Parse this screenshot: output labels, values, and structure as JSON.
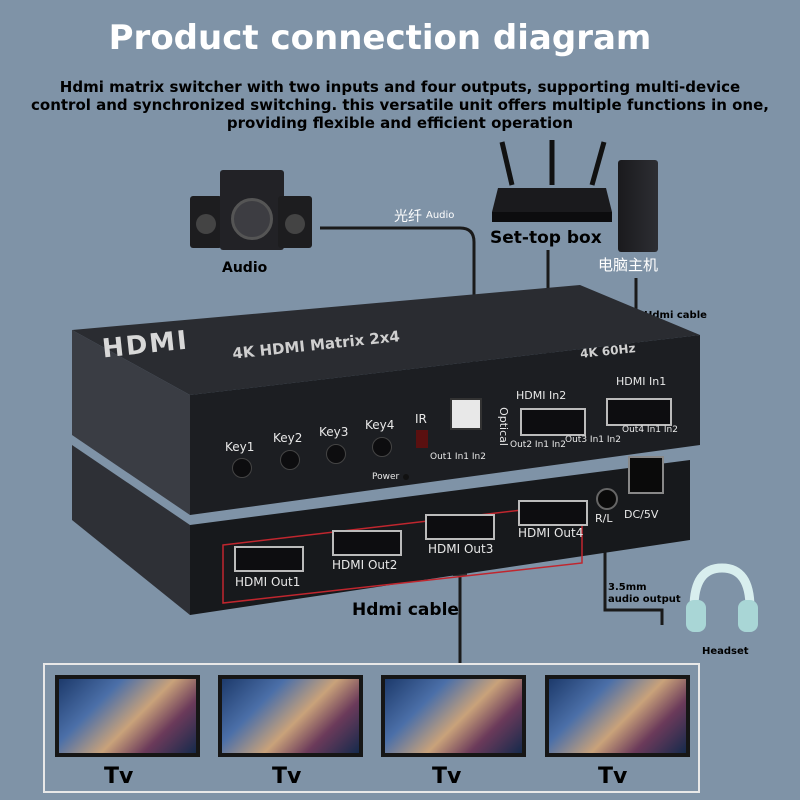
{
  "title": "Product connection diagram",
  "description": [
    "Hdmi matrix switcher with two inputs and four outputs, supporting multi-device",
    "control and synchronized switching. this versatile unit offers multiple functions in one,",
    "providing flexible and efficient operation"
  ],
  "labels": {
    "audio": "Audio",
    "optical_cable": "光纤",
    "optical_cable_small": "Audio",
    "set_top_box": "Set-top box",
    "pc_host": "电脑主机",
    "hdmi_cable_top": "Hdmi cable",
    "hdmi_cable_bottom": "Hdmi cable",
    "audio_output": [
      "3.5mm",
      "audio output"
    ],
    "headset": "Headset"
  },
  "device": {
    "brand": "HDMI",
    "model": "4K HDMI Matrix 2x4",
    "spec": "4K 60Hz",
    "keys": [
      "Key1",
      "Key2",
      "Key3",
      "Key4"
    ],
    "ir": "IR",
    "power": "Power",
    "optical": "Optical",
    "inputs": [
      "HDMI In2",
      "HDMI In1"
    ],
    "indicator_groups": [
      {
        "out": "Out1",
        "ins": [
          "In1",
          "In2"
        ]
      },
      {
        "out": "Out2",
        "ins": [
          "In1",
          "In2"
        ]
      },
      {
        "out": "Out3",
        "ins": [
          "In1",
          "In2"
        ]
      },
      {
        "out": "Out4",
        "ins": [
          "In1",
          "In2"
        ]
      }
    ],
    "outputs": [
      "HDMI Out1",
      "HDMI Out2",
      "HDMI Out3",
      "HDMI Out4"
    ],
    "rl": "R/L",
    "dc": "DC/5V"
  },
  "tvs": [
    "Tv",
    "Tv",
    "Tv",
    "Tv"
  ],
  "colors": {
    "background": "#7f93a7",
    "title": "#ffffff",
    "device_body": "#1b1d21",
    "highlight_box": "#c0262e"
  }
}
